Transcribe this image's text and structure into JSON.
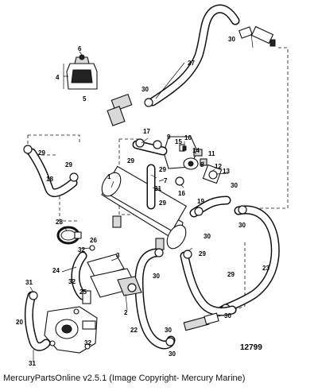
{
  "diagram": {
    "id": "12799",
    "callouts": [
      "1",
      "2",
      "3",
      "4",
      "5",
      "6",
      "7",
      "8",
      "9",
      "10",
      "11",
      "12",
      "13",
      "14",
      "15",
      "16",
      "17",
      "18",
      "19",
      "20",
      "21",
      "22",
      "23",
      "24",
      "25",
      "26",
      "27",
      "28",
      "29",
      "30",
      "31",
      "32"
    ]
  },
  "footer": {
    "text": "MercuryPartsOnline v2.5.1 (Image Copyright- Mercury Marine)"
  }
}
